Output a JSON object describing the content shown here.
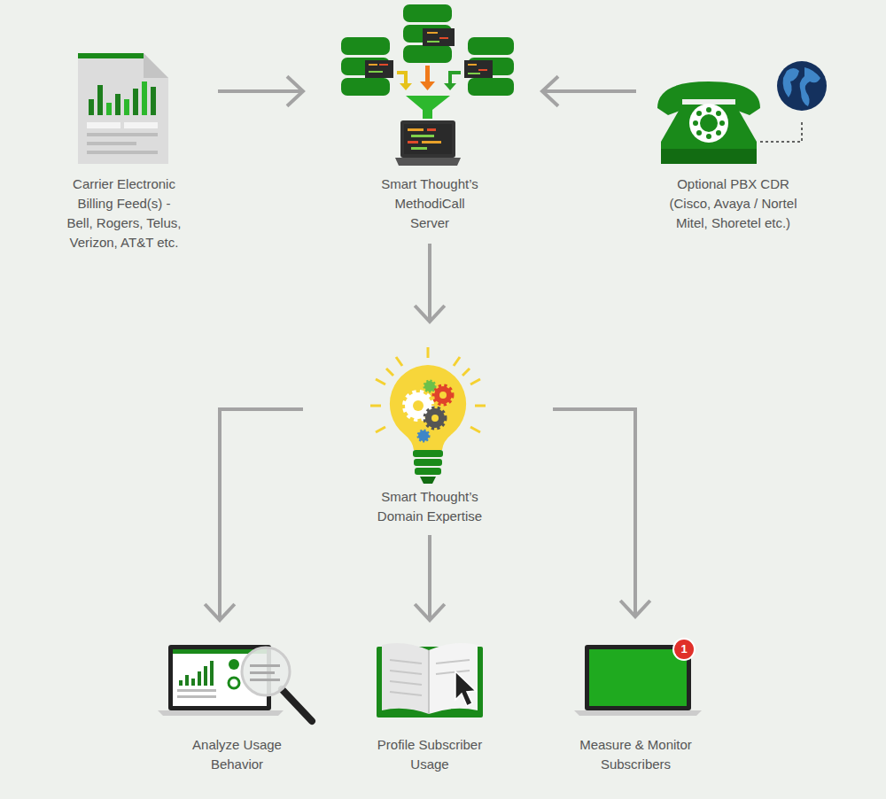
{
  "diagram": {
    "nodes": [
      {
        "text": [
          "Carrier Electronic Billing Feed(s) - Bell, Rogers, Telus, Verizon, AT&T etc."
        ]
      },
      {
        "text": [
          "Smart Thought’s MethodiCall Server"
        ]
      },
      {
        "text": [
          "Optional PBX CDR (Cisco, Avaya / Nortel Mitel, Shoretel etc.)"
        ]
      },
      {
        "text": [
          "Smart Thought’s Domain Expertise"
        ]
      },
      {
        "text": [
          "Analyze Usage Behavior"
        ]
      },
      {
        "text": [
          "Profile Subscriber Usage"
        ]
      },
      {
        "text": [
          "Measure & Monitor Subscribers"
        ]
      }
    ],
    "edges": [
      {
        "from": 0,
        "to": 1,
        "arrow": "to"
      },
      {
        "from": 2,
        "to": 1,
        "arrow": "to"
      },
      {
        "from": 1,
        "to": 3,
        "arrow": "to"
      },
      {
        "from": 3,
        "to": 4,
        "arrow": "to"
      },
      {
        "from": 3,
        "to": 5,
        "arrow": "to"
      },
      {
        "from": 3,
        "to": 6,
        "arrow": "to"
      }
    ],
    "labels": [
      "1"
    ]
  }
}
